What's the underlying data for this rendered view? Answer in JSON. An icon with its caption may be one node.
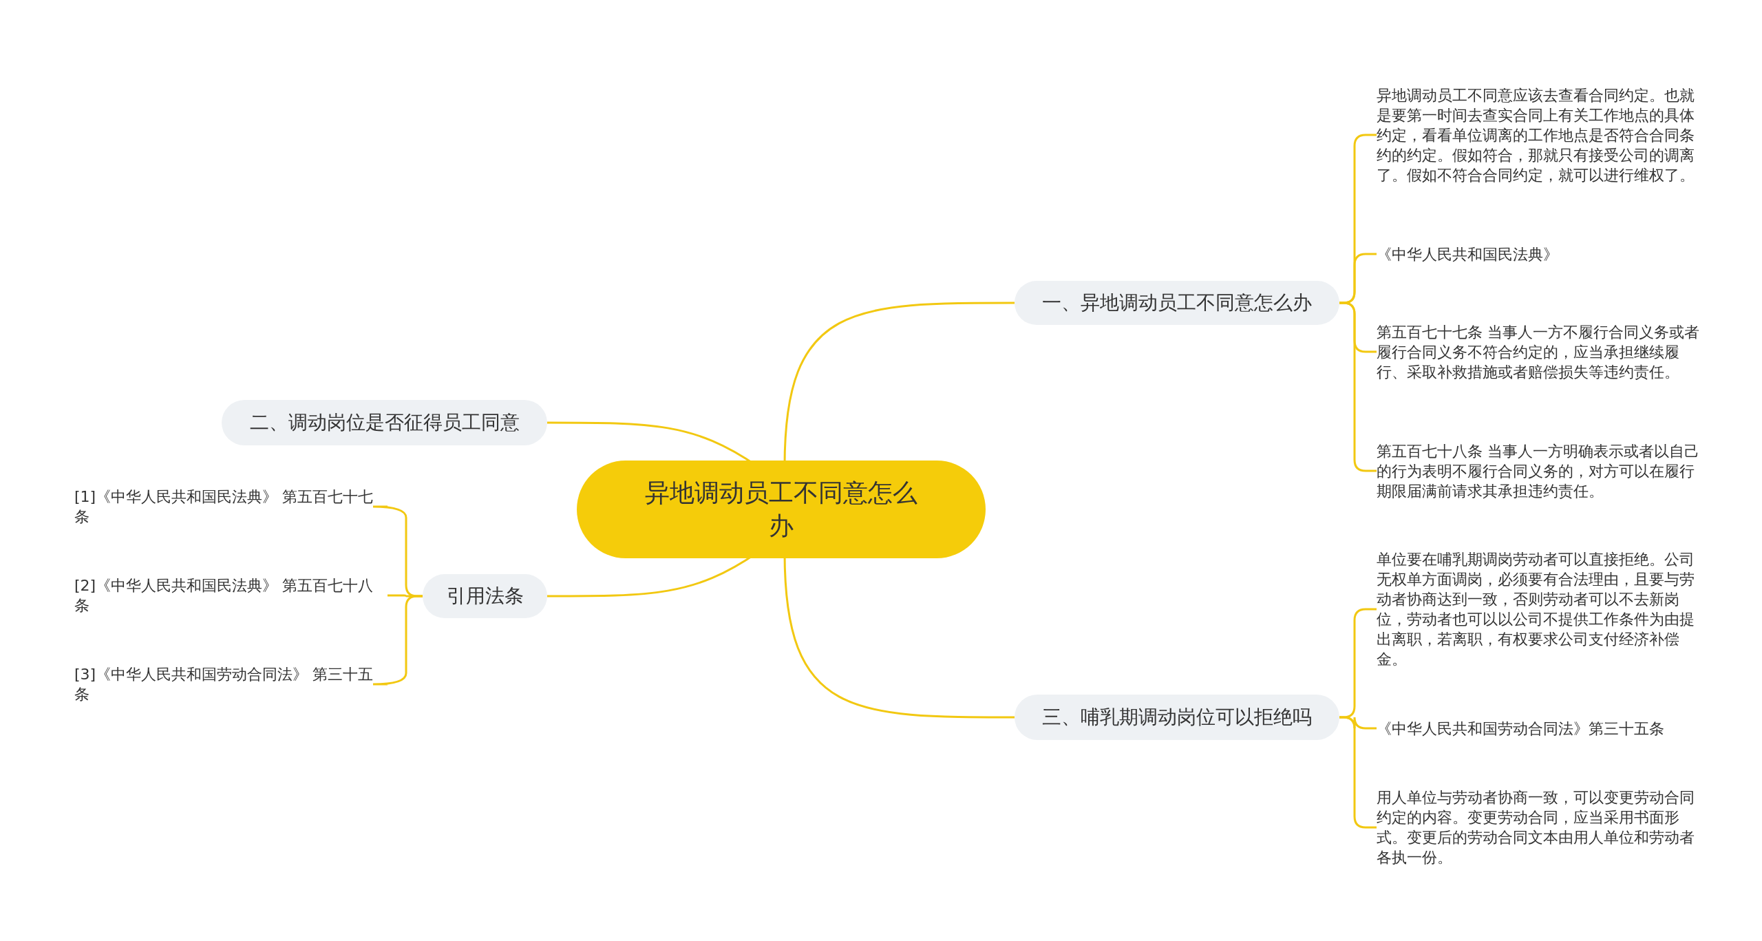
{
  "diagram": {
    "nodes": [
      {
        "text": [
          "异地调动员工不同意怎么办"
        ]
      },
      {
        "text": [
          "一、异地调动员工不同意怎么办"
        ]
      },
      {
        "text": [
          "异地调动员工不同意应该去查看合同约定。也就是要第一时间去查实合同上有关工作地点的具体约定，看看单位调离的工作地点是否符合合同条约的约定。假如符合，那就只有接受公司的调离了。假如不符合合同约定，就可以进行维权了。"
        ]
      },
      {
        "text": [
          "《中华人民共和国民法典》"
        ]
      },
      {
        "text": [
          "第五百七十七条 当事人一方不履行合同义务或者履行合同义务不符合约定的，应当承担继续履行、采取补救措施或者赔偿损失等违约责任。"
        ]
      },
      {
        "text": [
          "第五百七十八条 当事人一方明确表示或者以自己的行为表明不履行合同义务的，对方可以在履行期限届满前请求其承担违约责任。"
        ]
      },
      {
        "text": [
          "二、调动岗位是否征得员工同意"
        ]
      },
      {
        "text": [
          "三、哺乳期调动岗位可以拒绝吗"
        ]
      },
      {
        "text": [
          "单位要在哺乳期调岗劳动者可以直接拒绝。公司无权单方面调岗，必须要有合法理由，且要与劳动者协商达到一致，否则劳动者可以不去新岗位，劳动者也可以以公司不提供工作条件为由提出离职，若离职，有权要求公司支付经济补偿金。"
        ]
      },
      {
        "text": [
          "《中华人民共和国劳动合同法》第三十五条"
        ]
      },
      {
        "text": [
          "用人单位与劳动者协商一致，可以变更劳动合同约定的内容。变更劳动合同，应当采用书面形式。变更后的劳动合同文本由用人单位和劳动者各执一份。"
        ]
      },
      {
        "text": [
          "引用法条"
        ]
      },
      {
        "text": [
          "[1]《中华人民共和国民法典》 第五百七十七条"
        ]
      },
      {
        "text": [
          "[2]《中华人民共和国民法典》 第五百七十八条"
        ]
      },
      {
        "text": [
          "[3]《中华人民共和国劳动合同法》 第三十五条"
        ]
      }
    ],
    "edges": [
      {
        "from": 0,
        "to": 1,
        "arrow": "none"
      },
      {
        "from": 1,
        "to": 2,
        "arrow": "none"
      },
      {
        "from": 1,
        "to": 3,
        "arrow": "none"
      },
      {
        "from": 1,
        "to": 4,
        "arrow": "none"
      },
      {
        "from": 1,
        "to": 5,
        "arrow": "none"
      },
      {
        "from": 0,
        "to": 6,
        "arrow": "none"
      },
      {
        "from": 0,
        "to": 7,
        "arrow": "none"
      },
      {
        "from": 7,
        "to": 8,
        "arrow": "none"
      },
      {
        "from": 7,
        "to": 9,
        "arrow": "none"
      },
      {
        "from": 7,
        "to": 10,
        "arrow": "none"
      },
      {
        "from": 0,
        "to": 11,
        "arrow": "none"
      },
      {
        "from": 11,
        "to": 12,
        "arrow": "none"
      },
      {
        "from": 11,
        "to": 13,
        "arrow": "none"
      },
      {
        "from": 11,
        "to": 14,
        "arrow": "none"
      }
    ]
  }
}
